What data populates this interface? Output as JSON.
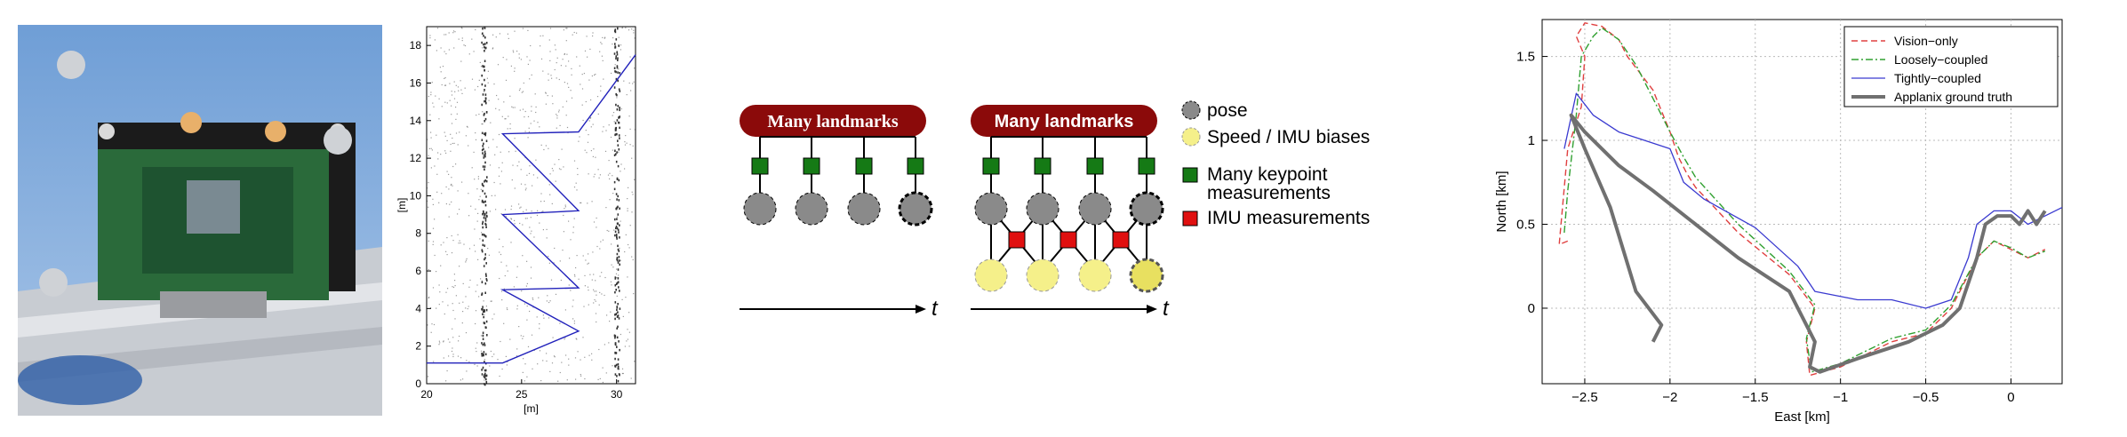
{
  "rig_photo": {},
  "panel_b": {
    "chart_data": {
      "type": "scatter",
      "title": "",
      "xlabel": "[m]",
      "ylabel": "[m]",
      "xlim": [
        20,
        31
      ],
      "ylim": [
        0,
        19
      ],
      "x_ticks": [
        "20",
        "25",
        "30"
      ],
      "y_ticks": [
        "0",
        "2",
        "4",
        "6",
        "8",
        "10",
        "12",
        "14",
        "16",
        "18"
      ],
      "grid": false,
      "series": [
        {
          "x": [
            20,
            24,
            28,
            24,
            28,
            24,
            28,
            24,
            28,
            31
          ],
          "y": [
            1.1,
            1.1,
            2.8,
            5.0,
            5.1,
            9.0,
            9.2,
            13.3,
            13.4,
            17.5
          ],
          "color": "#2222bb"
        }
      ]
    }
  },
  "factor_graph": {
    "left": {
      "banner": "Many landmarks",
      "time_label": "t"
    },
    "right": {
      "banner": "Many landmarks",
      "time_label": "t"
    },
    "legend": [
      {
        "label": "pose",
        "icon": "pose-circle-icon"
      },
      {
        "label": "Speed / IMU biases",
        "icon": "bias-circle-icon"
      },
      {
        "label": "Many keypoint measurements",
        "icon": "keypoint-square-icon"
      },
      {
        "label": "IMU measurements",
        "icon": "imu-square-icon"
      }
    ],
    "legend_lines": [
      "Many keypoint",
      "measurements"
    ],
    "colors": {
      "banner": "#8b0a0a",
      "keypoint": "#157a15",
      "imu": "#e01010",
      "pose": "#8a8a8a",
      "bias": "#f5f08a"
    }
  },
  "panel_d": {
    "chart_data": {
      "type": "line",
      "title": "",
      "xlabel": "East [km]",
      "ylabel": "North [km]",
      "xlim": [
        -2.75,
        0.3
      ],
      "ylim": [
        -0.45,
        1.72
      ],
      "x_ticks": [
        "−2.5",
        "−2",
        "−1.5",
        "−1",
        "−0.5",
        "0"
      ],
      "y_ticks": [
        "0",
        "0.5",
        "1",
        "1.5"
      ],
      "grid": true,
      "legend_position": "top-right",
      "series": [
        {
          "name": "Vision−only",
          "color": "#e04040",
          "dash": "dashed",
          "x": [
            -2.6,
            -2.65,
            -2.6,
            -2.52,
            -2.5,
            -2.55,
            -2.5,
            -2.4,
            -2.3,
            -2.25,
            -2.1,
            -2.0,
            -1.95,
            -1.9,
            -1.85,
            -1.6,
            -1.3,
            -1.15,
            -1.2,
            -1.18,
            -1.0,
            -0.7,
            -0.5,
            -0.35,
            -0.2,
            -0.1,
            0.0,
            0.1,
            0.2
          ],
          "y": [
            0.4,
            0.38,
            0.95,
            1.2,
            1.5,
            1.62,
            1.7,
            1.68,
            1.6,
            1.5,
            1.3,
            1.05,
            0.9,
            0.8,
            0.72,
            0.45,
            0.2,
            0.0,
            -0.2,
            -0.4,
            -0.35,
            -0.2,
            -0.15,
            0.0,
            0.3,
            0.4,
            0.35,
            0.3,
            0.35
          ]
        },
        {
          "name": "Loosely−coupled",
          "color": "#30a030",
          "dash": "dashdot",
          "x": [
            -2.62,
            -2.6,
            -2.55,
            -2.52,
            -2.45,
            -2.4,
            -2.3,
            -2.2,
            -2.1,
            -2.0,
            -1.92,
            -1.85,
            -1.6,
            -1.3,
            -1.15,
            -1.2,
            -1.17,
            -1.0,
            -0.7,
            -0.5,
            -0.35,
            -0.2,
            -0.1,
            0.0,
            0.1,
            0.2
          ],
          "y": [
            0.45,
            0.7,
            1.15,
            1.5,
            1.62,
            1.67,
            1.6,
            1.45,
            1.25,
            1.05,
            0.9,
            0.78,
            0.5,
            0.22,
            0.02,
            -0.18,
            -0.38,
            -0.33,
            -0.18,
            -0.13,
            0.02,
            0.3,
            0.4,
            0.36,
            0.3,
            0.34
          ]
        },
        {
          "name": "Tightly−coupled",
          "color": "#3a3ad0",
          "dash": "solid",
          "x": [
            -2.62,
            -2.55,
            -2.45,
            -2.3,
            -2.15,
            -2.0,
            -1.92,
            -1.8,
            -1.5,
            -1.25,
            -1.15,
            -0.9,
            -0.7,
            -0.5,
            -0.35,
            -0.25,
            -0.2,
            -0.1,
            0.0,
            0.1,
            0.2,
            0.3
          ],
          "y": [
            0.95,
            1.28,
            1.15,
            1.05,
            1.0,
            0.95,
            0.75,
            0.65,
            0.48,
            0.25,
            0.1,
            0.05,
            0.05,
            0.0,
            0.05,
            0.3,
            0.5,
            0.58,
            0.58,
            0.5,
            0.55,
            0.6
          ]
        },
        {
          "name": "Applanix ground truth",
          "color": "#707070",
          "dash": "bold",
          "x": [
            -2.1,
            -2.05,
            -2.2,
            -2.35,
            -2.5,
            -2.58,
            -2.5,
            -2.3,
            -2.1,
            -1.85,
            -1.6,
            -1.3,
            -1.15,
            -1.18,
            -1.12,
            -0.9,
            -0.6,
            -0.4,
            -0.3,
            -0.2,
            -0.15,
            -0.08,
            0.0,
            0.05,
            0.1,
            0.15,
            0.2
          ],
          "y": [
            -0.2,
            -0.1,
            0.1,
            0.6,
            0.95,
            1.15,
            1.05,
            0.85,
            0.7,
            0.5,
            0.3,
            0.1,
            -0.2,
            -0.35,
            -0.38,
            -0.3,
            -0.2,
            -0.1,
            0.0,
            0.3,
            0.5,
            0.55,
            0.55,
            0.5,
            0.58,
            0.5,
            0.58
          ]
        }
      ]
    }
  }
}
